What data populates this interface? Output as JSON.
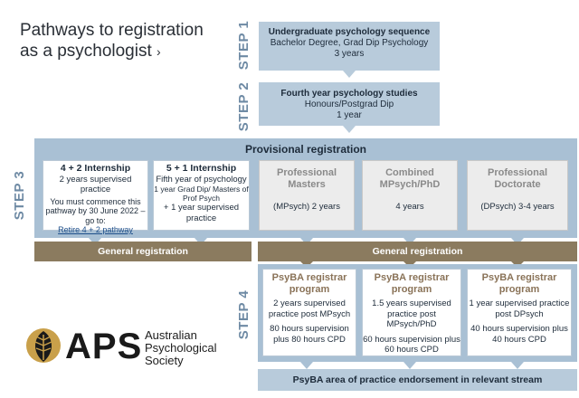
{
  "title": {
    "line1": "Pathways to registration",
    "line2": "as a psychologist",
    "chevron": "›"
  },
  "steps": {
    "s1": "STEP 1",
    "s2": "STEP 2",
    "s3": "STEP 3",
    "s4": "STEP 4"
  },
  "step1": {
    "title": "Undergraduate psychology sequence",
    "desc": "Bachelor Degree, Grad Dip Psychology",
    "dur": "3 years"
  },
  "step2": {
    "title": "Fourth year psychology studies",
    "desc": "Honours/Postgrad Dip",
    "dur": "1 year"
  },
  "provisional": "Provisional registration",
  "internship42": {
    "title": "4 + 2 Internship",
    "desc": "2 years supervised practice",
    "note": "You must commence this pathway by 30 June 2022 – go to:",
    "link": "Retire 4 + 2 pathway"
  },
  "internship51": {
    "title": "5 + 1 Internship",
    "desc": "Fifth year of psychology",
    "sub": "1 year Grad Dip/ Masters of Prof Psych",
    "extra": "+ 1 year supervised practice"
  },
  "masters": {
    "title": "Professional Masters",
    "desc": "(MPsych) 2 years"
  },
  "combined": {
    "title": "Combined MPsych/PhD",
    "desc": "4 years"
  },
  "doctorate": {
    "title": "Professional Doctorate",
    "desc": "(DPsych) 3-4 years"
  },
  "general_left": "General registration",
  "general_right": "General registration",
  "registrar": [
    {
      "title": "PsyBA registrar program",
      "line1": "2 years supervised practice post MPsych",
      "line2": "80 hours supervision plus 80 hours CPD"
    },
    {
      "title": "PsyBA registrar program",
      "line1": "1.5 years supervised practice post MPsych/PhD",
      "line2": "60 hours supervision plus 60 hours CPD"
    },
    {
      "title": "PsyBA registrar program",
      "line1": "1 year supervised practice post DPsych",
      "line2": "40 hours supervision plus 40 hours CPD"
    }
  ],
  "endorsement": "PsyBA area of practice endorsement in relevant stream",
  "logo": {
    "mark": "APS",
    "line1": "Australian",
    "line2": "Psychological",
    "line3": "Society"
  },
  "colors": {
    "blue": "#b8cbdb",
    "panel": "#a9c0d4",
    "brown": "#8b7b5f",
    "step": "#6e8aa4"
  }
}
